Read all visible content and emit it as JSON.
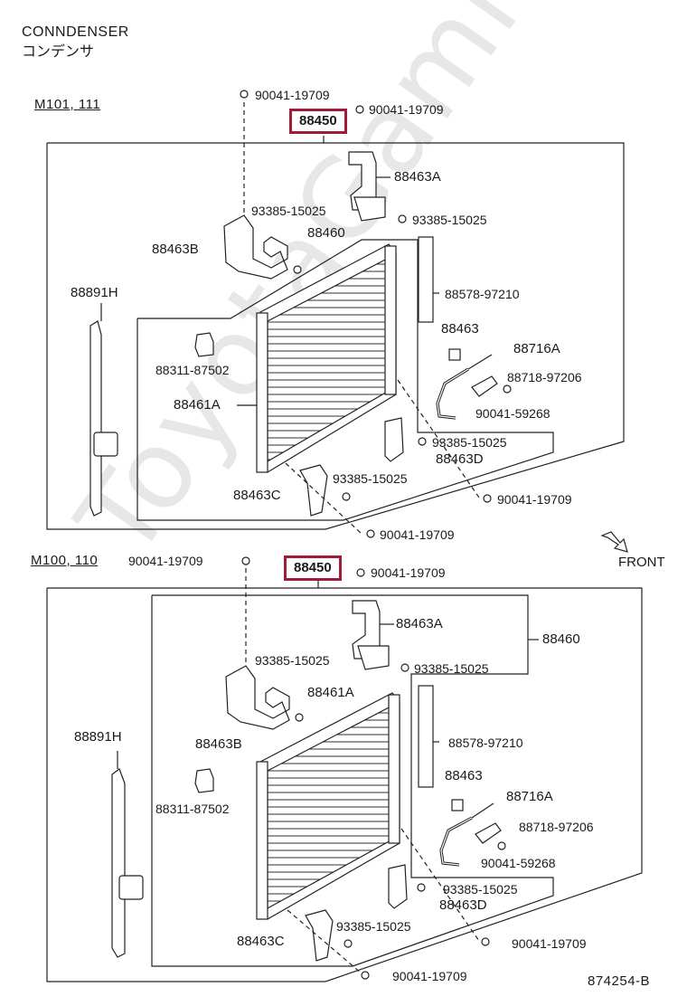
{
  "header": {
    "title": "CONNDENSER",
    "subtitle": "コンデンサ"
  },
  "watermark": "ToyotaGamme.ru",
  "sections": [
    {
      "model": "M101, 111",
      "assembly": "88450",
      "labels": {
        "bolt_top_left": "90041-19709",
        "bolt_top_right": "90041-19709",
        "bracket_a": "88463A",
        "screw_a": "93385-15025",
        "screw_b": "93385-15025",
        "bracket_b": "88463B",
        "condenser": "88460",
        "seal": "88578-97210",
        "side_cover": "88891H",
        "clip": "88463",
        "pipe": "88716A",
        "clamp": "88718-97206",
        "cushion": "88311-87502",
        "bolt_clamp": "90041-59268",
        "core": "88461A",
        "screw_d": "93385-15025",
        "bracket_d": "88463D",
        "screw_c": "93385-15025",
        "bracket_c": "88463C",
        "bolt_right": "90041-19709",
        "bolt_bottom": "90041-19709"
      }
    },
    {
      "model": "M100, 110",
      "assembly": "88450",
      "labels": {
        "bolt_top_left": "90041-19709",
        "bolt_top_right": "90041-19709",
        "bracket_a": "88463A",
        "condenser": "88460",
        "screw_a": "93385-15025",
        "screw_b": "93385-15025",
        "core": "88461A",
        "bracket_b": "88463B",
        "side_cover": "88891H",
        "seal": "88578-97210",
        "clip": "88463",
        "pipe": "88716A",
        "cushion": "88311-87502",
        "clamp": "88718-97206",
        "bolt_clamp": "90041-59268",
        "screw_d": "93385-15025",
        "bracket_d": "88463D",
        "screw_c": "93385-15025",
        "bracket_c": "88463C",
        "bolt_right": "90041-19709",
        "bolt_bottom": "90041-19709"
      }
    }
  ],
  "front_label": "FRONT",
  "document_number": "874254-B",
  "colors": {
    "highlight": "#9e1d3a",
    "ink": "#1a1a1a",
    "watermark": "#e7e7e7"
  }
}
